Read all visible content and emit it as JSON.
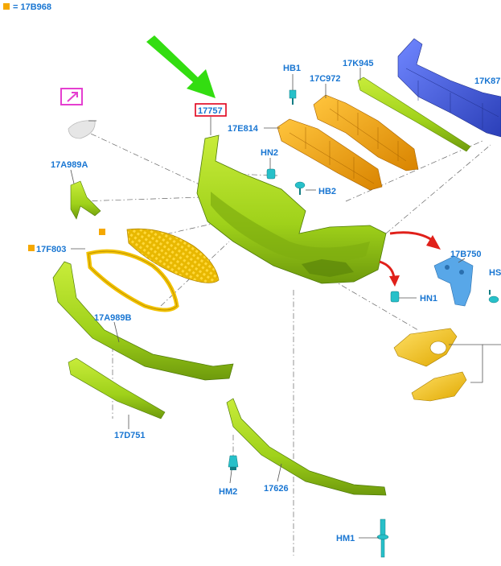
{
  "legend": {
    "marker_color": "#f5a800",
    "text": "= 17B968"
  },
  "callout": {
    "highlighted_part": "17757",
    "box_color": "#e0001b",
    "arrow_color": "#33dd11"
  },
  "labels": {
    "hb1": "HB1",
    "k945": "17K945",
    "k87": "17K87",
    "c972": "17C972",
    "p17757": "17757",
    "e814": "17E814",
    "hn2": "HN2",
    "a989a": "17A989A",
    "hb2": "HB2",
    "f803": "17F803",
    "b750": "17B750",
    "hs": "HS",
    "hn1": "HN1",
    "a989b": "17A989B",
    "d751": "17D751",
    "hm2": "HM2",
    "p17626": "17626",
    "hm1": "HM1"
  },
  "colors": {
    "label": "#1976d2",
    "bumper": "#9fd11a",
    "bracket_orange": "#f0a000",
    "grille_yellow": "#f2c200",
    "clip_cyan": "#27c0c9",
    "beam_blue": "#3b57d6",
    "bracket_blue": "#58a7e8",
    "red_arrow": "#e0201a",
    "magenta_icon": "#e53fd0"
  }
}
